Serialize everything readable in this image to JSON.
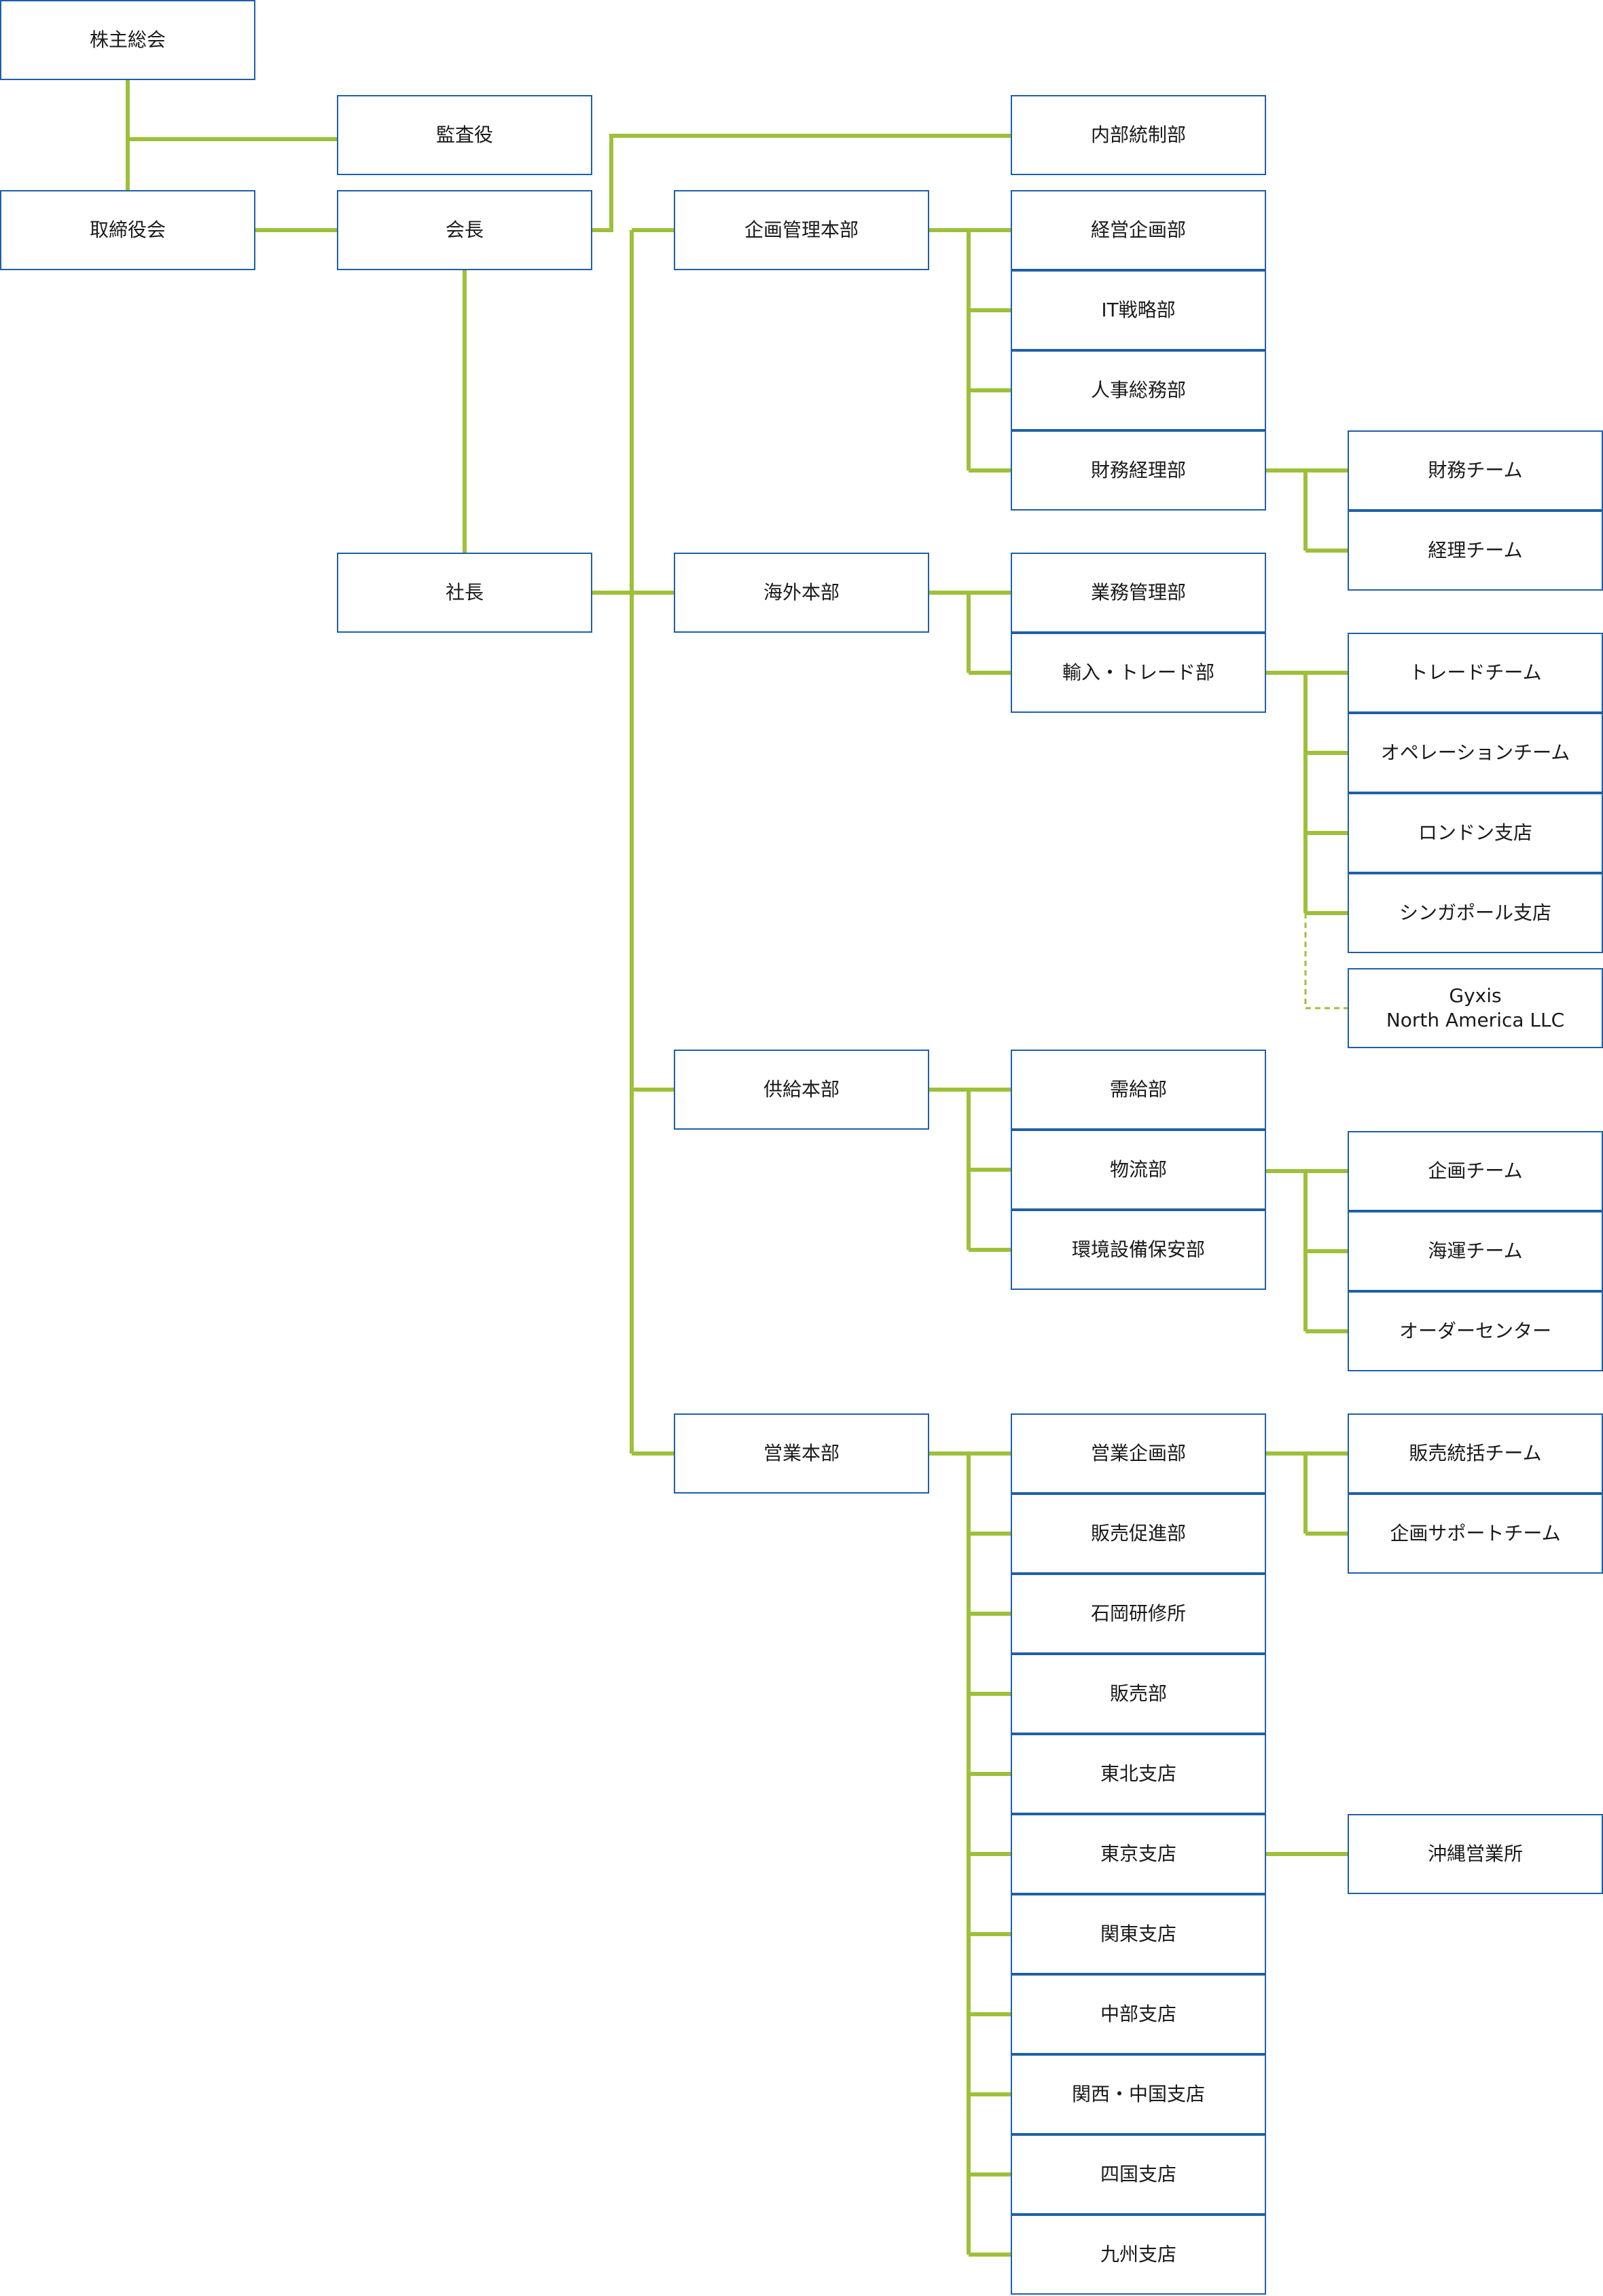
{
  "colors": {
    "line": "#9dc03a",
    "border": "#1f5fa8",
    "text": "#1a1a1a"
  },
  "org": {
    "shareholders": "株主総会",
    "auditor": "監査役",
    "board": "取締役会",
    "chairman": "会長",
    "internal_control": "内部統制部",
    "president": "社長",
    "div_planning": {
      "name": "企画管理本部",
      "depts": [
        "経営企画部",
        "IT戦略部",
        "人事総務部",
        "財務経理部"
      ],
      "finance_teams": [
        "財務チーム",
        "経理チーム"
      ]
    },
    "div_overseas": {
      "name": "海外本部",
      "depts": [
        "業務管理部",
        "輸入・トレード部"
      ],
      "trade_teams": [
        "トレードチーム",
        "オペレーションチーム",
        "ロンドン支店",
        "シンガポール支店"
      ],
      "affiliate": {
        "line1": "Gyxis",
        "line2": "North America LLC"
      }
    },
    "div_supply": {
      "name": "供給本部",
      "depts": [
        "需給部",
        "物流部",
        "環境設備保安部"
      ],
      "logistics_teams": [
        "企画チーム",
        "海運チーム",
        "オーダーセンター"
      ]
    },
    "div_sales": {
      "name": "営業本部",
      "depts": [
        "営業企画部",
        "販売促進部",
        "石岡研修所",
        "販売部",
        "東北支店",
        "東京支店",
        "関東支店",
        "中部支店",
        "関西・中国支店",
        "四国支店",
        "九州支店"
      ],
      "planning_teams": [
        "販売統括チーム",
        "企画サポートチーム"
      ],
      "tokyo_sub": "沖縄営業所"
    }
  }
}
